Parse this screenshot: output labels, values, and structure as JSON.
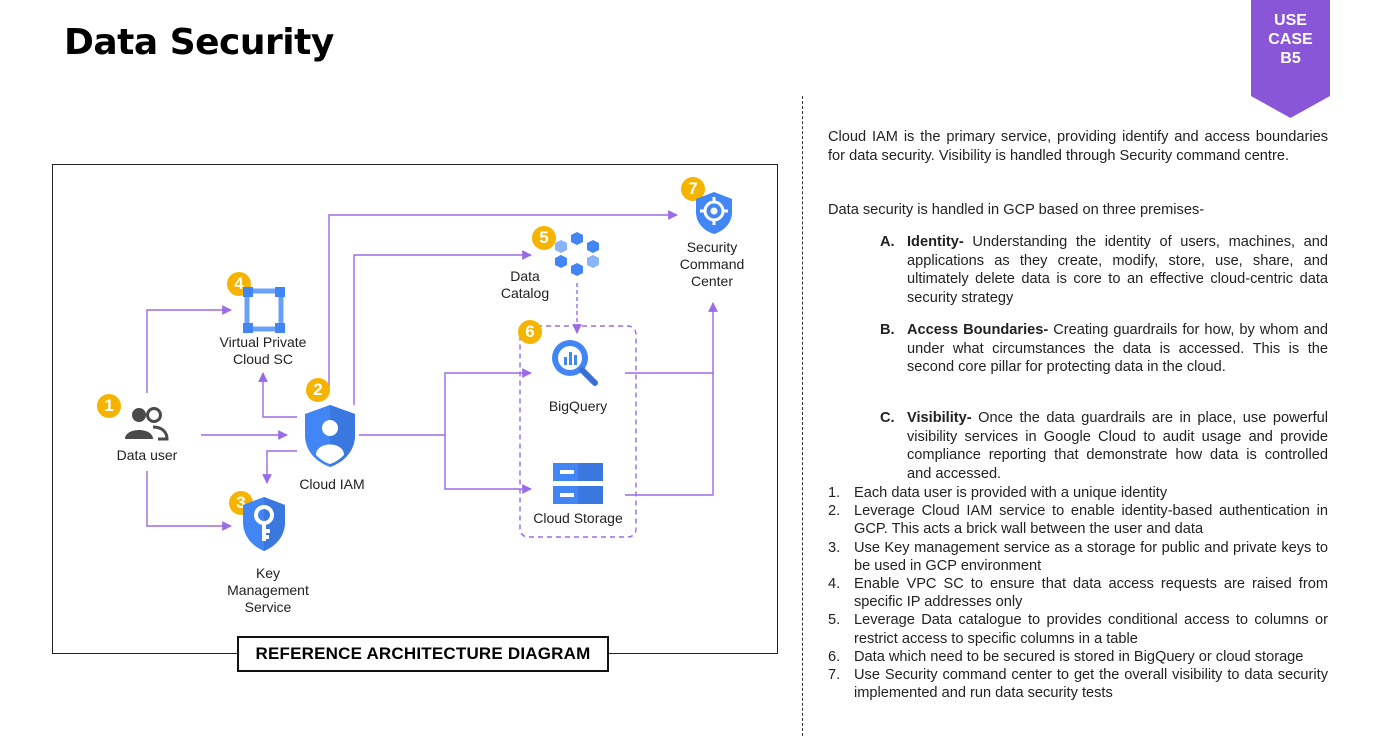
{
  "page": {
    "title": "Data Security",
    "badge": [
      "USE",
      "CASE",
      "B5"
    ],
    "colors": {
      "purple": "#8a56d8",
      "gcp_blue": "#4285f4",
      "number_yellow": "#f5b400"
    }
  },
  "diagram": {
    "caption": "REFERENCE ARCHITECTURE DIAGRAM",
    "nodes": {
      "data_user": {
        "num": "1",
        "label": "Data user",
        "icon": "users-icon"
      },
      "cloud_iam": {
        "num": "2",
        "label": "Cloud IAM",
        "icon": "shield-person-icon"
      },
      "kms": {
        "num": "3",
        "label": [
          "Key",
          "Management",
          "Service"
        ],
        "icon": "key-icon"
      },
      "vpc_sc": {
        "num": "4",
        "label": [
          "Virtual Private",
          "Cloud SC"
        ],
        "icon": "vpc-icon"
      },
      "data_catalog": {
        "num": "5",
        "label": [
          "Data",
          "Catalog"
        ],
        "icon": "data-catalog-icon"
      },
      "storage_group": {
        "num": "6"
      },
      "bigquery": {
        "label": "BigQuery",
        "icon": "bigquery-icon"
      },
      "cloud_storage": {
        "label": "Cloud Storage",
        "icon": "cloud-storage-icon"
      },
      "scc": {
        "num": "7",
        "label": [
          "Security",
          "Command",
          "Center"
        ],
        "icon": "security-command-center-icon"
      }
    }
  },
  "text": {
    "intro": "Cloud IAM is the primary service, providing identify and access boundaries for data security. Visibility is handled through Security command centre.",
    "premises_intro": "Data security is handled in GCP based on three premises-",
    "premises": [
      {
        "letter": "A.",
        "keyword": "Identity-",
        "text": " Understanding the identity of users, machines, and applications as they create, modify, store, use, share, and ultimately delete data is core to an effective cloud-centric data security strategy"
      },
      {
        "letter": "B.",
        "keyword": "Access Boundaries-",
        "text": " Creating guardrails for how, by whom and under what circumstances the data is accessed. This is the second core pillar for protecting data in the cloud."
      },
      {
        "letter": "C.",
        "keyword": "Visibility-",
        "text": " Once the data guardrails are in place, use powerful visibility services in Google Cloud to audit usage and provide compliance reporting that demonstrate how data is controlled and accessed."
      }
    ],
    "steps": [
      {
        "n": "1.",
        "text": "Each data user is provided with a unique identity"
      },
      {
        "n": "2.",
        "text": "Leverage Cloud IAM service to enable identity-based authentication in GCP. This acts a brick wall between the user and data"
      },
      {
        "n": "3.",
        "text": "Use Key management service as a storage for public and private keys to be used in GCP environment"
      },
      {
        "n": "4.",
        "text": "Enable VPC SC to ensure that data access requests are raised from specific IP addresses only"
      },
      {
        "n": "5.",
        "text": "Leverage Data catalogue to provides conditional access to columns or restrict access to specific columns in a table"
      },
      {
        "n": "6.",
        "text": "Data which need to be secured is stored in BigQuery or cloud storage"
      },
      {
        "n": "7.",
        "text": "Use Security command center to get the overall visibility to data security implemented and run data security tests"
      }
    ]
  }
}
